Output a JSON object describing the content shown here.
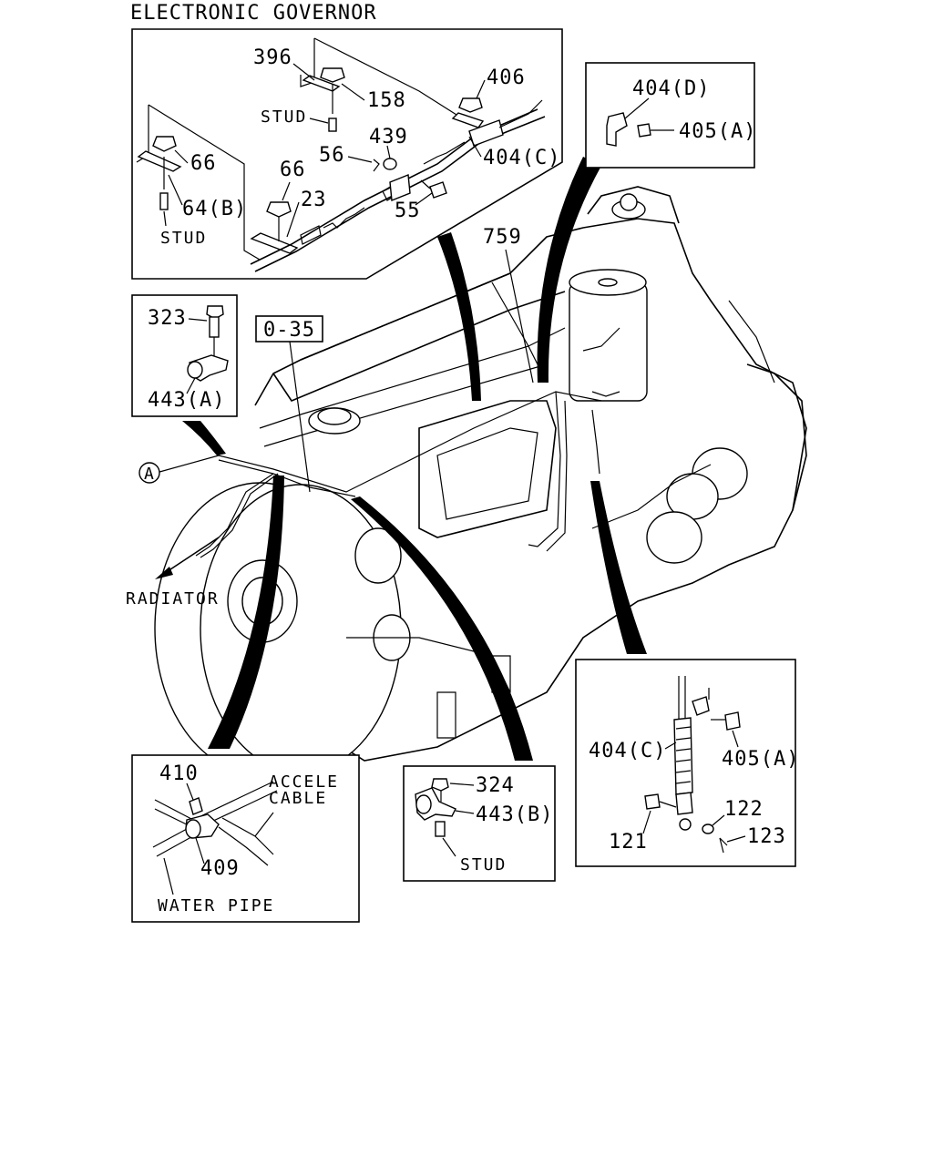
{
  "title": "ELECTRONIC GOVERNOR",
  "ref_box": "0-35",
  "callout_marker": "A",
  "text": {
    "radiator": "RADIATOR",
    "stud": "STUD",
    "accele_cable_line1": "ACCELE",
    "accele_cable_line2": "CABLE",
    "water_pipe": "WATER PIPE"
  },
  "main_labels": {
    "p759": "759"
  },
  "insets": {
    "governor": {
      "p396": "396",
      "p158": "158",
      "p406": "406",
      "p439": "439",
      "p56": "56",
      "p404c": "404(C)",
      "p66a": "66",
      "p64b": "64(B)",
      "p66b": "66",
      "p23": "23",
      "p55": "55"
    },
    "bracket_404d": {
      "p404d": "404(D)",
      "p405a": "405(A)"
    },
    "clip_323": {
      "p323": "323",
      "p443a": "443(A)"
    },
    "clamp_410": {
      "p410": "410",
      "p409": "409"
    },
    "clip_324": {
      "p324": "324",
      "p443b": "443(B)"
    },
    "cable_end": {
      "p404c": "404(C)",
      "p405a": "405(A)",
      "p122": "122",
      "p121": "121",
      "p123": "123"
    }
  }
}
